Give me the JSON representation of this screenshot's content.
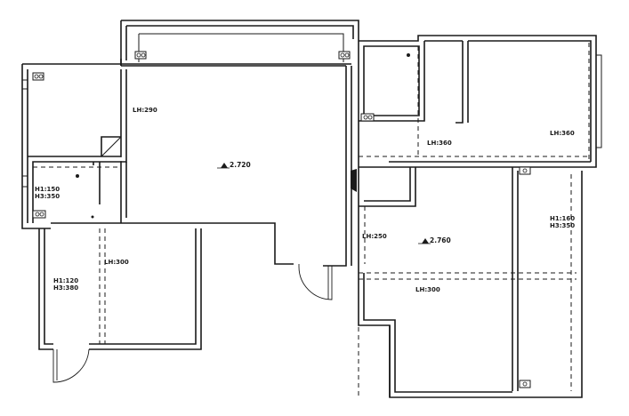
{
  "labels": {
    "lh_290": "LH:290",
    "lh_360_a": "LH:360",
    "lh_360_b": "LH:360",
    "lh_250": "LH:250",
    "lh_300_left": "LH:300",
    "lh_300_right": "LH:300",
    "h1_150": "H1:150",
    "h3_350_a": "H3:350",
    "h1_120": "H1:120",
    "h3_380": "H3:380",
    "h1_160": "H1:160",
    "h3_350_b": "H3:350"
  },
  "elevations": {
    "left": "2.720",
    "right": "2.760"
  },
  "colors": {
    "line": "#1a1a1a",
    "background": "#ffffff"
  }
}
